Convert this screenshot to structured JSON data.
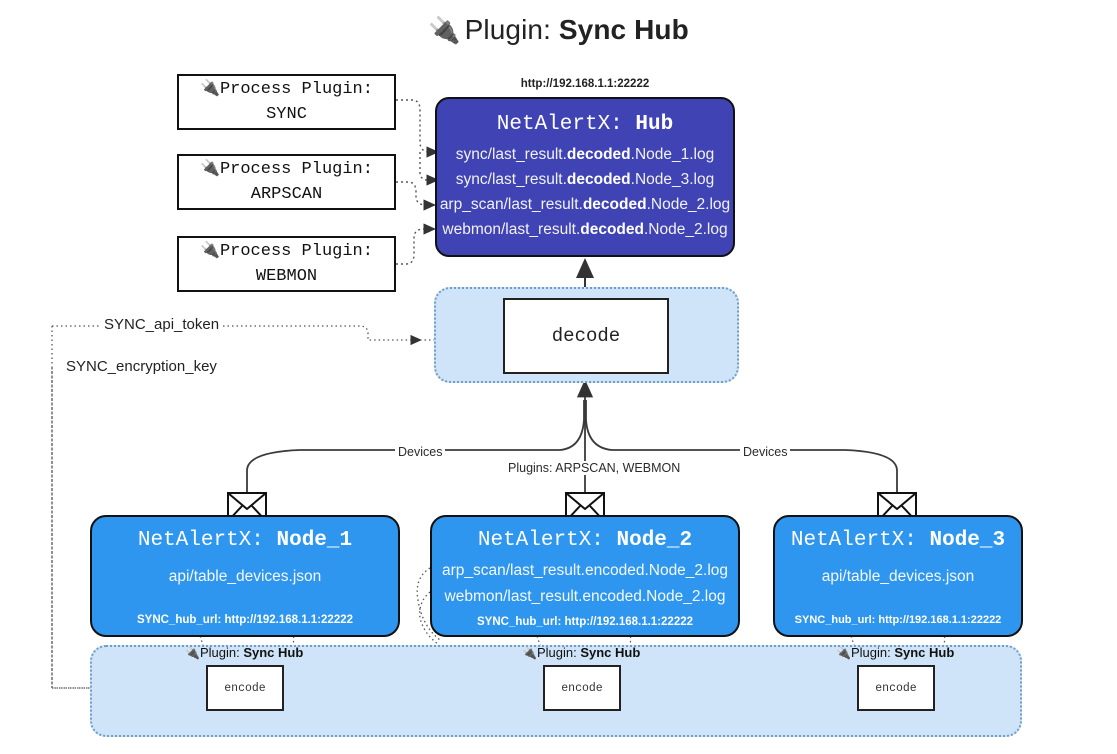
{
  "page": {
    "title_icon": "plug-icon",
    "title_prefix": "Plugin:",
    "title_name": "Sync Hub"
  },
  "colors": {
    "hub_fill": "#3f43b4",
    "node_fill": "#2e96ee",
    "container_fill": "#cfe4f8",
    "container_border": "#6e9ec6",
    "stroke": "#111111",
    "background": "#ffffff"
  },
  "process_plugins": [
    {
      "line1": "Process Plugin:",
      "line2": "SYNC",
      "icon": "plug-icon"
    },
    {
      "line1": "Process Plugin:",
      "line2": "ARPSCAN",
      "icon": "plug-icon"
    },
    {
      "line1": "Process Plugin:",
      "line2": "WEBMON",
      "icon": "plug-icon"
    }
  ],
  "hub": {
    "url": "http://192.168.1.1:22222",
    "title_prefix": "NetAlertX:",
    "title_name": "Hub",
    "logs": [
      {
        "pre": "sync/last_result.",
        "mid": "decoded",
        "post": ".Node_1.log"
      },
      {
        "pre": "sync/last_result.",
        "mid": "decoded",
        "post": ".Node_3.log"
      },
      {
        "pre": "arp_scan/last_result.",
        "mid": "decoded",
        "post": ".Node_2.log"
      },
      {
        "pre": "webmon/last_result.",
        "mid": "decoded",
        "post": ".Node_2.log"
      }
    ]
  },
  "decode": {
    "label": "decode"
  },
  "secrets": [
    {
      "label": "SYNC_api_token"
    },
    {
      "label": "SYNC_encryption_key"
    }
  ],
  "edge_labels": {
    "devices_left": "Devices",
    "devices_right": "Devices",
    "plugins_center": "Plugins: ARPSCAN, WEBMON"
  },
  "nodes": [
    {
      "title_prefix": "NetAlertX:",
      "title_name": "Node_1",
      "lines": [
        "api/table_devices.json"
      ],
      "footer": "SYNC_hub_url: http://192.168.1.1:22222",
      "envelope_icon": "envelope-icon"
    },
    {
      "title_prefix": "NetAlertX:",
      "title_name": "Node_2",
      "lines": [
        "arp_scan/last_result.encoded.Node_2.log",
        "webmon/last_result.encoded.Node_2.log"
      ],
      "footer": "SYNC_hub_url: http://192.168.1.1:22222",
      "envelope_icon": "envelope-icon"
    },
    {
      "title_prefix": "NetAlertX:",
      "title_name": "Node_3",
      "lines": [
        "api/table_devices.json"
      ],
      "footer": "SYNC_hub_url: http://192.168.1.1:22222",
      "envelope_icon": "envelope-icon"
    }
  ],
  "encoders": [
    {
      "plugin_prefix": "Plugin:",
      "plugin_name": "Sync Hub",
      "label": "encode",
      "icon": "plug-icon"
    },
    {
      "plugin_prefix": "Plugin:",
      "plugin_name": "Sync Hub",
      "label": "encode",
      "icon": "plug-icon"
    },
    {
      "plugin_prefix": "Plugin:",
      "plugin_name": "Sync Hub",
      "label": "encode",
      "icon": "plug-icon"
    }
  ]
}
